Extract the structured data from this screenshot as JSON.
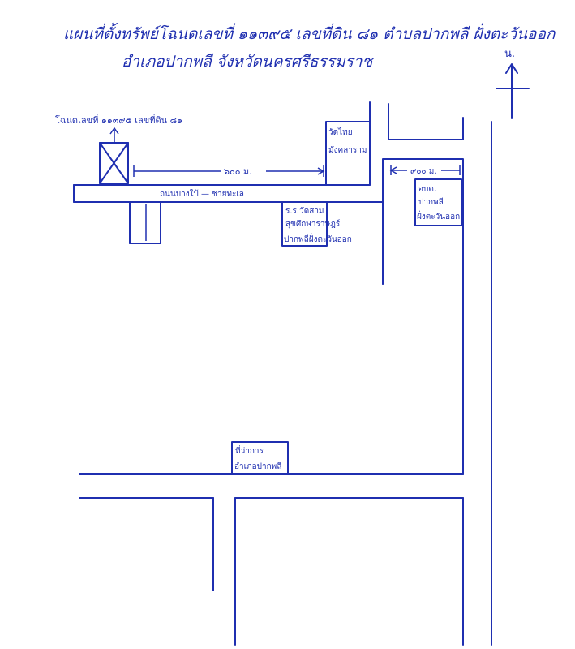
{
  "title": {
    "line1": "แผนที่ตั้งทรัพย์โฉนดเลขที่ ๑๑๓๙๕ เลขที่ดิน ๘๑ ตำบลปากพลี ฝั่งตะวันออก",
    "line2": "อำเภอปากพลี จังหวัดนครศรีธรรมราช"
  },
  "compass": {
    "north_label": "น."
  },
  "property": {
    "label": "โฉนดเลขที่ ๑๑๓๙๕ เลขที่ดิน ๘๑"
  },
  "distances": {
    "west_road": "๖๐๐ ม.",
    "east_road": "๙๐๐ ม."
  },
  "road": {
    "label": "ถนนบางใบ้ — ชายทะเล"
  },
  "landmarks": {
    "temple": {
      "line1": "วัดไทย",
      "line2": "มังคลาราม"
    },
    "school": {
      "line1": "ร.ร.วัดสาม",
      "line2": "สุขศึกษาราษฎร์",
      "line3": "ปากพลีฝั่งตะวันออก"
    },
    "tao": {
      "line1": "อบต.",
      "line2": "ปากพลี",
      "line3": "ฝั่งตะวันออก"
    },
    "district_office": {
      "line1": "ที่ว่าการ",
      "line2": "อำเภอปากพลี"
    }
  }
}
